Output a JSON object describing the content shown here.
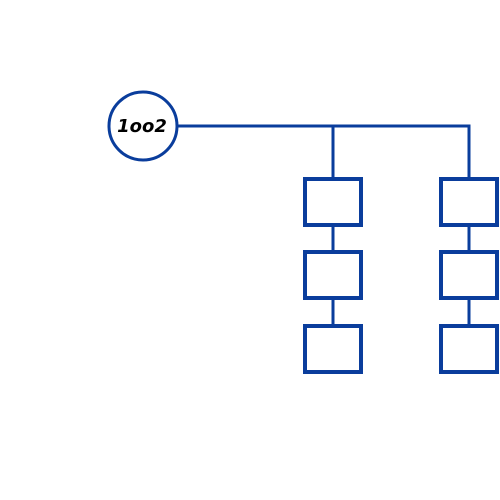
{
  "diagram": {
    "voter": {
      "label": "1oo2",
      "shape": "circle"
    },
    "channels": [
      {
        "blocks": 3
      },
      {
        "blocks": 3
      }
    ],
    "colors": {
      "stroke": "#0a3d9c",
      "background": "#ffffff",
      "label": "#000000"
    }
  }
}
